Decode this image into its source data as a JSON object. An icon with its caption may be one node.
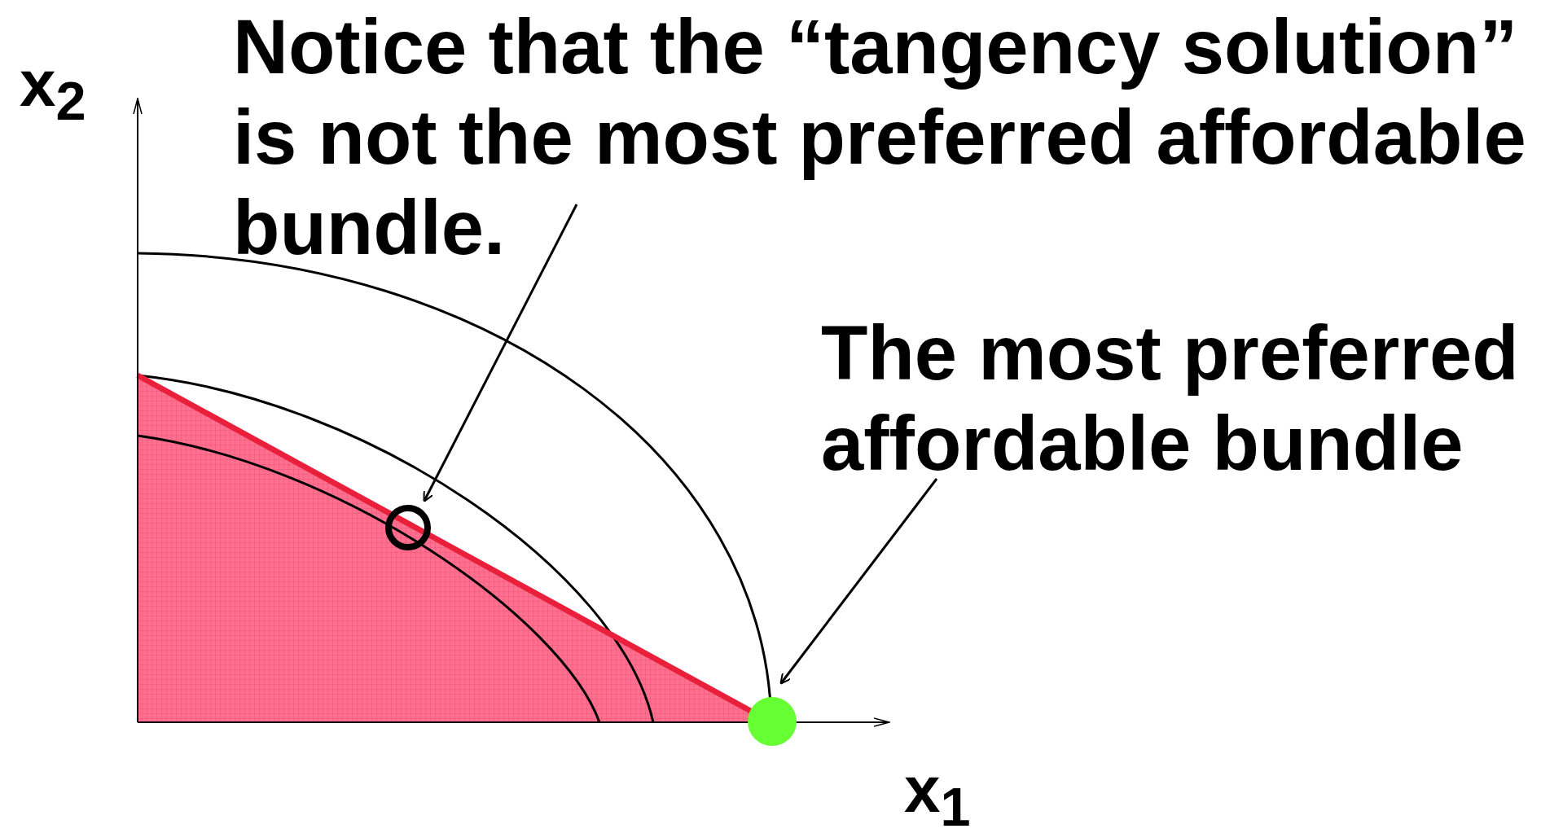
{
  "diagram": {
    "nodes": [
      {
        "text": [
          "Notice that the “tangency solution” is not the most preferred affordable bundle."
        ]
      },
      {
        "text": [],
        "shape": "circle"
      },
      {
        "text": [
          "The most preferred affordable bundle"
        ]
      },
      {
        "text": [],
        "shape": "circle"
      }
    ],
    "edges": [
      {
        "from": 0,
        "to": 1,
        "arrow": "to"
      },
      {
        "from": 2,
        "to": 3,
        "arrow": "to"
      }
    ],
    "labels": [
      "x$_{2}$",
      "x$_{1}$"
    ]
  }
}
